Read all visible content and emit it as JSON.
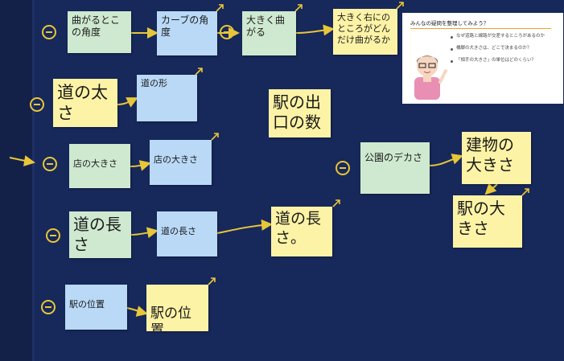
{
  "colors": {
    "board_background": "#17285a",
    "connector": "#e8c63a",
    "note_green": "#cfe9d0",
    "note_blue": "#b9d9f7",
    "note_yellow": "#fdf3a6"
  },
  "icons": {
    "collapse": "minus-circle-icon",
    "open_in_new": "corner-arrow-icon",
    "incoming": "arrow-right-icon"
  },
  "nodes": {
    "n1": {
      "text": "曲がるとこの角度"
    },
    "n2": {
      "text": "カーブの角度"
    },
    "n3": {
      "text": "大きく曲がる"
    },
    "n4": {
      "text": "大きく右にのところがどんだけ曲がるか"
    },
    "n5": {
      "text": "道の太さ"
    },
    "n6": {
      "text": "道の形"
    },
    "n7": {
      "text": "駅の出口の数"
    },
    "n8": {
      "text": "店の大きさ"
    },
    "n9": {
      "text": "店の大きさ"
    },
    "n10": {
      "text": "公園のデカさ"
    },
    "n11": {
      "text": "建物の大きさ"
    },
    "n12": {
      "text": "駅の大きさ"
    },
    "n13": {
      "text": "道の長さ"
    },
    "n14": {
      "text": "道の長さ"
    },
    "n15": {
      "text": "道の長さ。"
    },
    "n16": {
      "text": "駅の位置"
    },
    "n17": {
      "text": "駅の位置"
    }
  },
  "slide": {
    "title": "みんなの疑問を整理してみよう？",
    "bullets": [
      "なぜ道路と線路が交差するところがあるのか",
      "橋脚の大きさは、どこで決まるのか？",
      "「相手の大きさ」の単位はどのくらい？"
    ]
  }
}
